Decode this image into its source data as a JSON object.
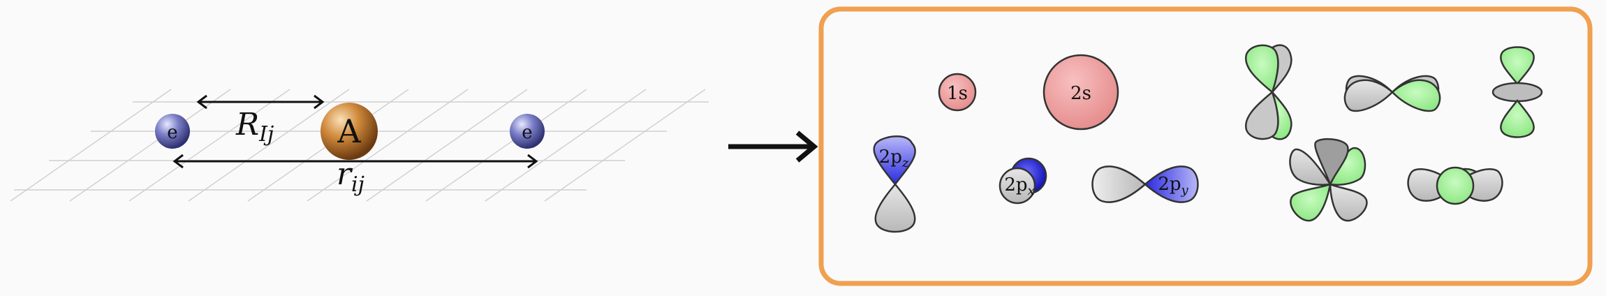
{
  "left_panel": {
    "electron_left_label": "e",
    "electron_right_label": "e",
    "nucleus_label": "A",
    "distance_R": {
      "main": "R",
      "sub": "Ij"
    },
    "distance_r": {
      "main": "r",
      "sub": "ij"
    }
  },
  "right_panel": {
    "border_color": "#f0a050",
    "orbitals": {
      "s1": "1s",
      "s2": "2s",
      "pz": {
        "main": "2p",
        "sub": "z"
      },
      "px": {
        "main": "2p",
        "sub": "x"
      },
      "py": {
        "main": "2p",
        "sub": "y"
      }
    }
  },
  "colors": {
    "electron": "#5a5fb0",
    "nucleus": "#c47a30",
    "s_orbital": "#ef9a9a",
    "p_lobe_blue": "#4a4ae0",
    "d_lobe_green": "#a8f0a0",
    "lobe_gray": "#c8c8c8"
  }
}
